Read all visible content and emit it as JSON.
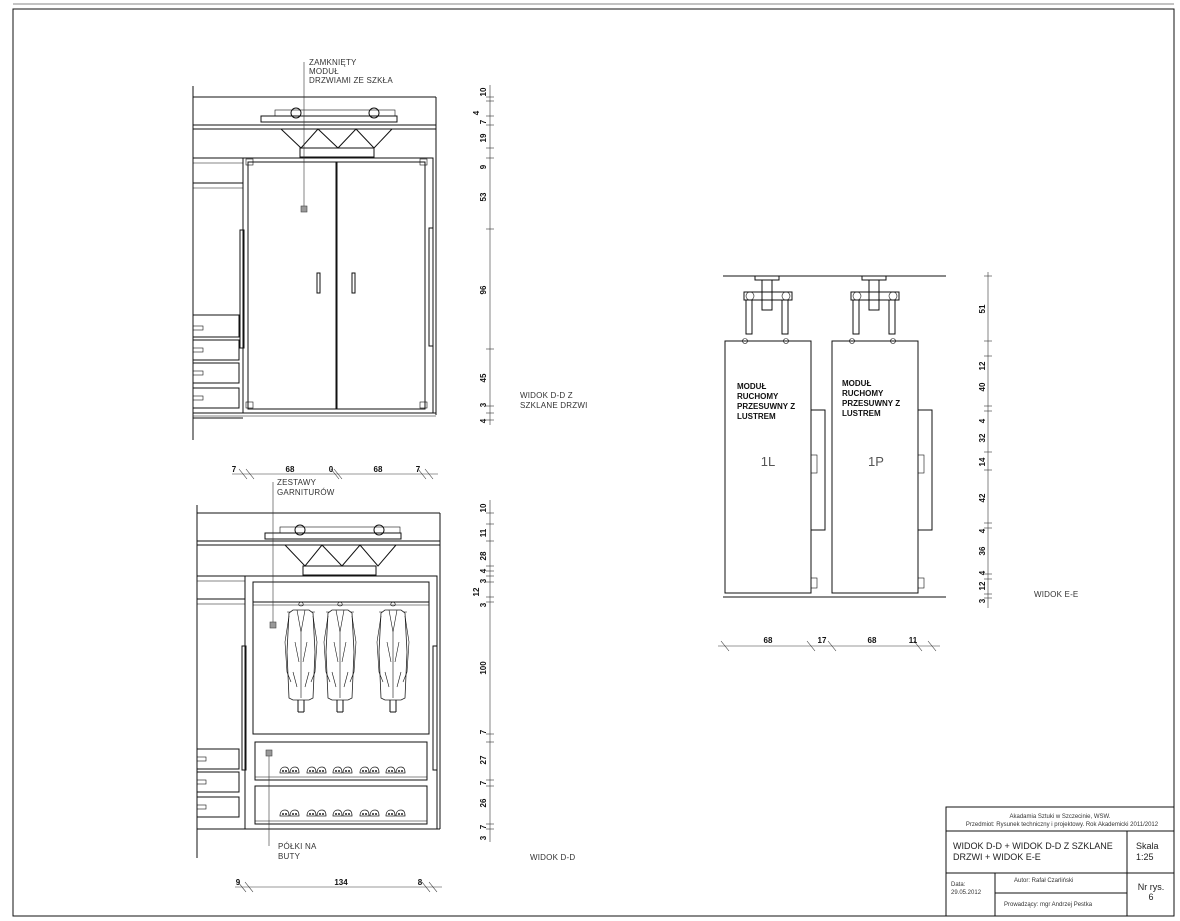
{
  "labels": {
    "glass_module": [
      "ZAMKNIĘTY",
      "MODUŁ",
      "DRZWIAMI ZE SZKŁA"
    ],
    "suits": [
      "ZESTAWY",
      "GARNITURÓW"
    ],
    "shoe_shelves": [
      "PÓŁKI NA",
      "BUTY"
    ],
    "view_dd_glass": [
      "WIDOK D-D Z",
      "SZKLANE DRZWI"
    ],
    "view_dd": "WIDOK D-D",
    "view_ee": "WIDOK E-E",
    "module_left": [
      "MODUŁ",
      "RUCHOMY",
      "PRZESUWNY Z",
      "LUSTREM"
    ],
    "module_right": [
      "MODUŁ",
      "RUCHOMY",
      "PRZESUWNY Z",
      "LUSTREM"
    ],
    "module_left_id": "1L",
    "module_right_id": "1P"
  },
  "dimensions": {
    "top_vertical": [
      "10",
      "4",
      "7",
      "19",
      "9",
      "53",
      "96",
      "45",
      "3",
      "4"
    ],
    "top_horizontal": [
      "7",
      "68",
      "0",
      "68",
      "7"
    ],
    "bottom_vertical": [
      "10",
      "11",
      "28",
      "4",
      "3",
      "12",
      "3",
      "100",
      "7",
      "27",
      "7",
      "26",
      "7",
      "3"
    ],
    "bottom_horizontal": [
      "9",
      "134",
      "8"
    ],
    "right_vertical": [
      "51",
      "12",
      "40",
      "4",
      "32",
      "14",
      "42",
      "4",
      "36",
      "4",
      "12",
      "3"
    ],
    "right_horizontal": [
      "68",
      "17",
      "68",
      "11"
    ]
  },
  "title_block": {
    "institution": "Akadamia Sztuki w Szczecinie, WSW.",
    "subject": "Przedmiot: Rysunek techniczny i projektowy. Rok Akademicki 2011/2012",
    "drawing_title": [
      "WIDOK D-D + WIDOK D-D Z SZKLANE",
      "DRZWI  + WIDOK E-E"
    ],
    "scale_label": "Skala",
    "scale_value": "1:25",
    "date_label": "Data:",
    "date_value": "29.05.2012",
    "author": "Autor: Rafał Czarliński",
    "supervisor": "Prowadzący: mgr Andrzej Pestka",
    "drawing_no_label": "Nr rys.",
    "drawing_no_value": "6"
  }
}
